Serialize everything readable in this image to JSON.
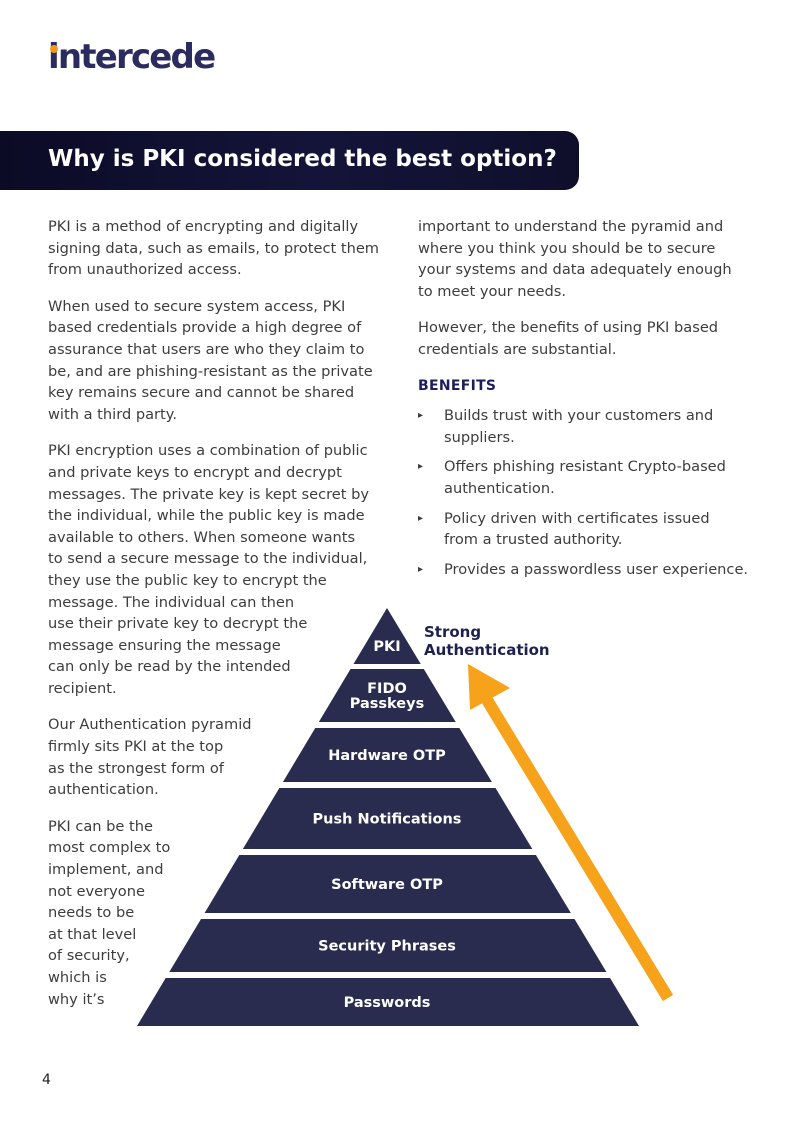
{
  "logo": {
    "text": "intercede"
  },
  "banner": {
    "title": "Why is PKI considered the best option?"
  },
  "left_column": {
    "p1": [
      "PKI is a method of encrypting and digitally",
      "signing data, such as emails, to protect them",
      "from unauthorized access."
    ],
    "p2": [
      "When used to secure system access, PKI",
      "based credentials provide a high degree of",
      "assurance that users are who they claim to",
      "be, and are phishing-resistant as the private",
      "key remains secure and cannot be shared",
      "with a third party."
    ],
    "p3": [
      "PKI encryption uses a combination of public",
      "and private keys to encrypt and decrypt",
      "messages. The private key is kept secret by",
      "the individual, while the public key is made",
      "available to others.  When someone wants",
      "to send a secure message to the individual,",
      "they use the public key to encrypt the",
      "message. The individual can then",
      "use their private key to decrypt the",
      "message ensuring the message",
      "can only be read by the intended",
      "recipient."
    ],
    "p4": [
      "Our Authentication pyramid",
      "firmly sits PKI at the top",
      "as the strongest form of",
      "authentication."
    ],
    "p5": [
      "PKI can be the",
      "most complex to",
      "implement, and",
      "not everyone",
      "needs to be",
      "at that level",
      "of security,",
      "which is",
      "why it’s"
    ]
  },
  "right_column": {
    "p1": [
      "important to understand the pyramid and",
      "where you think you should be to secure",
      "your systems and data adequately enough",
      "to meet your needs."
    ],
    "p2": [
      "However, the benefits of using PKI based",
      "credentials  are substantial."
    ],
    "benefits_heading": "BENEFITS",
    "benefits": [
      [
        "Builds trust with your customers and",
        "suppliers."
      ],
      [
        "Offers phishing resistant Crypto-based",
        "authentication."
      ],
      [
        "Policy driven with certificates issued",
        "from a trusted authority."
      ],
      [
        "Provides a passwordless user experience."
      ]
    ],
    "bullet_glyph": "▸"
  },
  "pyramid": {
    "levels": [
      {
        "lines": [
          "PKI"
        ]
      },
      {
        "lines": [
          "FIDO",
          "Passkeys"
        ]
      },
      {
        "lines": [
          "Hardware OTP"
        ]
      },
      {
        "lines": [
          "Push Notifications"
        ]
      },
      {
        "lines": [
          "Software OTP"
        ]
      },
      {
        "lines": [
          "Security Phrases"
        ]
      },
      {
        "lines": [
          "Passwords"
        ]
      }
    ],
    "strong_label": [
      "Strong",
      "Authentication"
    ],
    "fill_color": "#2a2c4f",
    "arrow_color": "#f7a21b"
  },
  "page_number": "4"
}
